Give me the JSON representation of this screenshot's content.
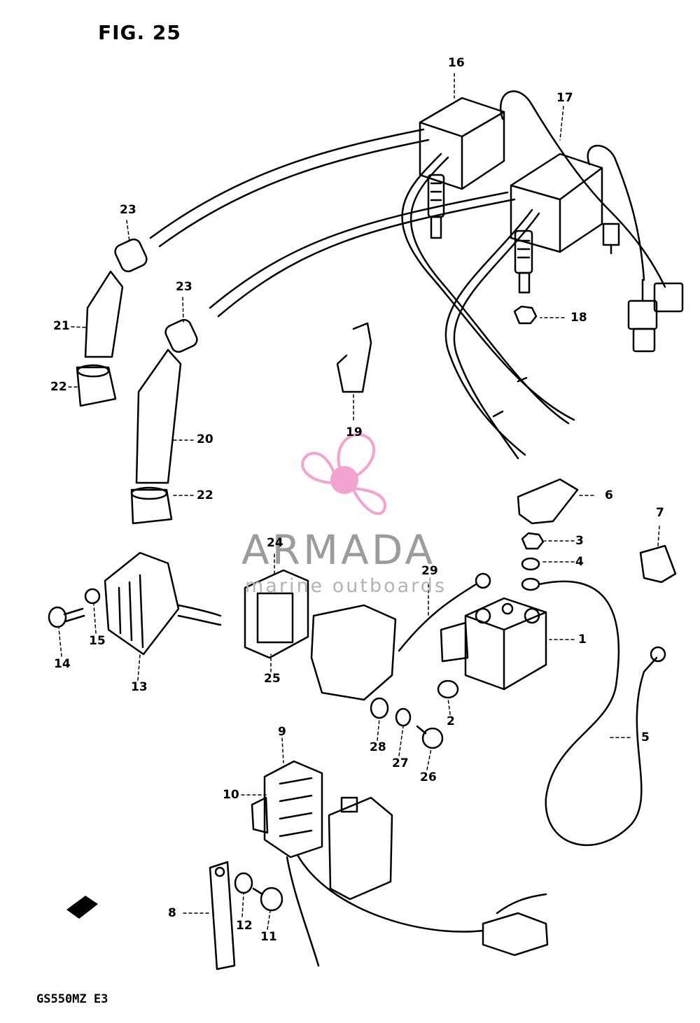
{
  "figure": {
    "title": "FIG. 25",
    "model_code": "GS550MZ  E3"
  },
  "watermark": {
    "name": "ARMADA",
    "tagline": "marine outboards",
    "logo_icon": "propeller-icon",
    "logo_color": "#f2a3cf",
    "text_color": "#9c9c9c"
  },
  "callouts": [
    "16",
    "17",
    "23",
    "23",
    "21",
    "22",
    "18",
    "20",
    "19",
    "22",
    "6",
    "7",
    "3",
    "4",
    "24",
    "29",
    "1",
    "14",
    "15",
    "13",
    "25",
    "2",
    "28",
    "27",
    "26",
    "5",
    "9",
    "10",
    "8",
    "12",
    "11"
  ],
  "colors": {
    "line": "#000000",
    "background": "#ffffff"
  }
}
